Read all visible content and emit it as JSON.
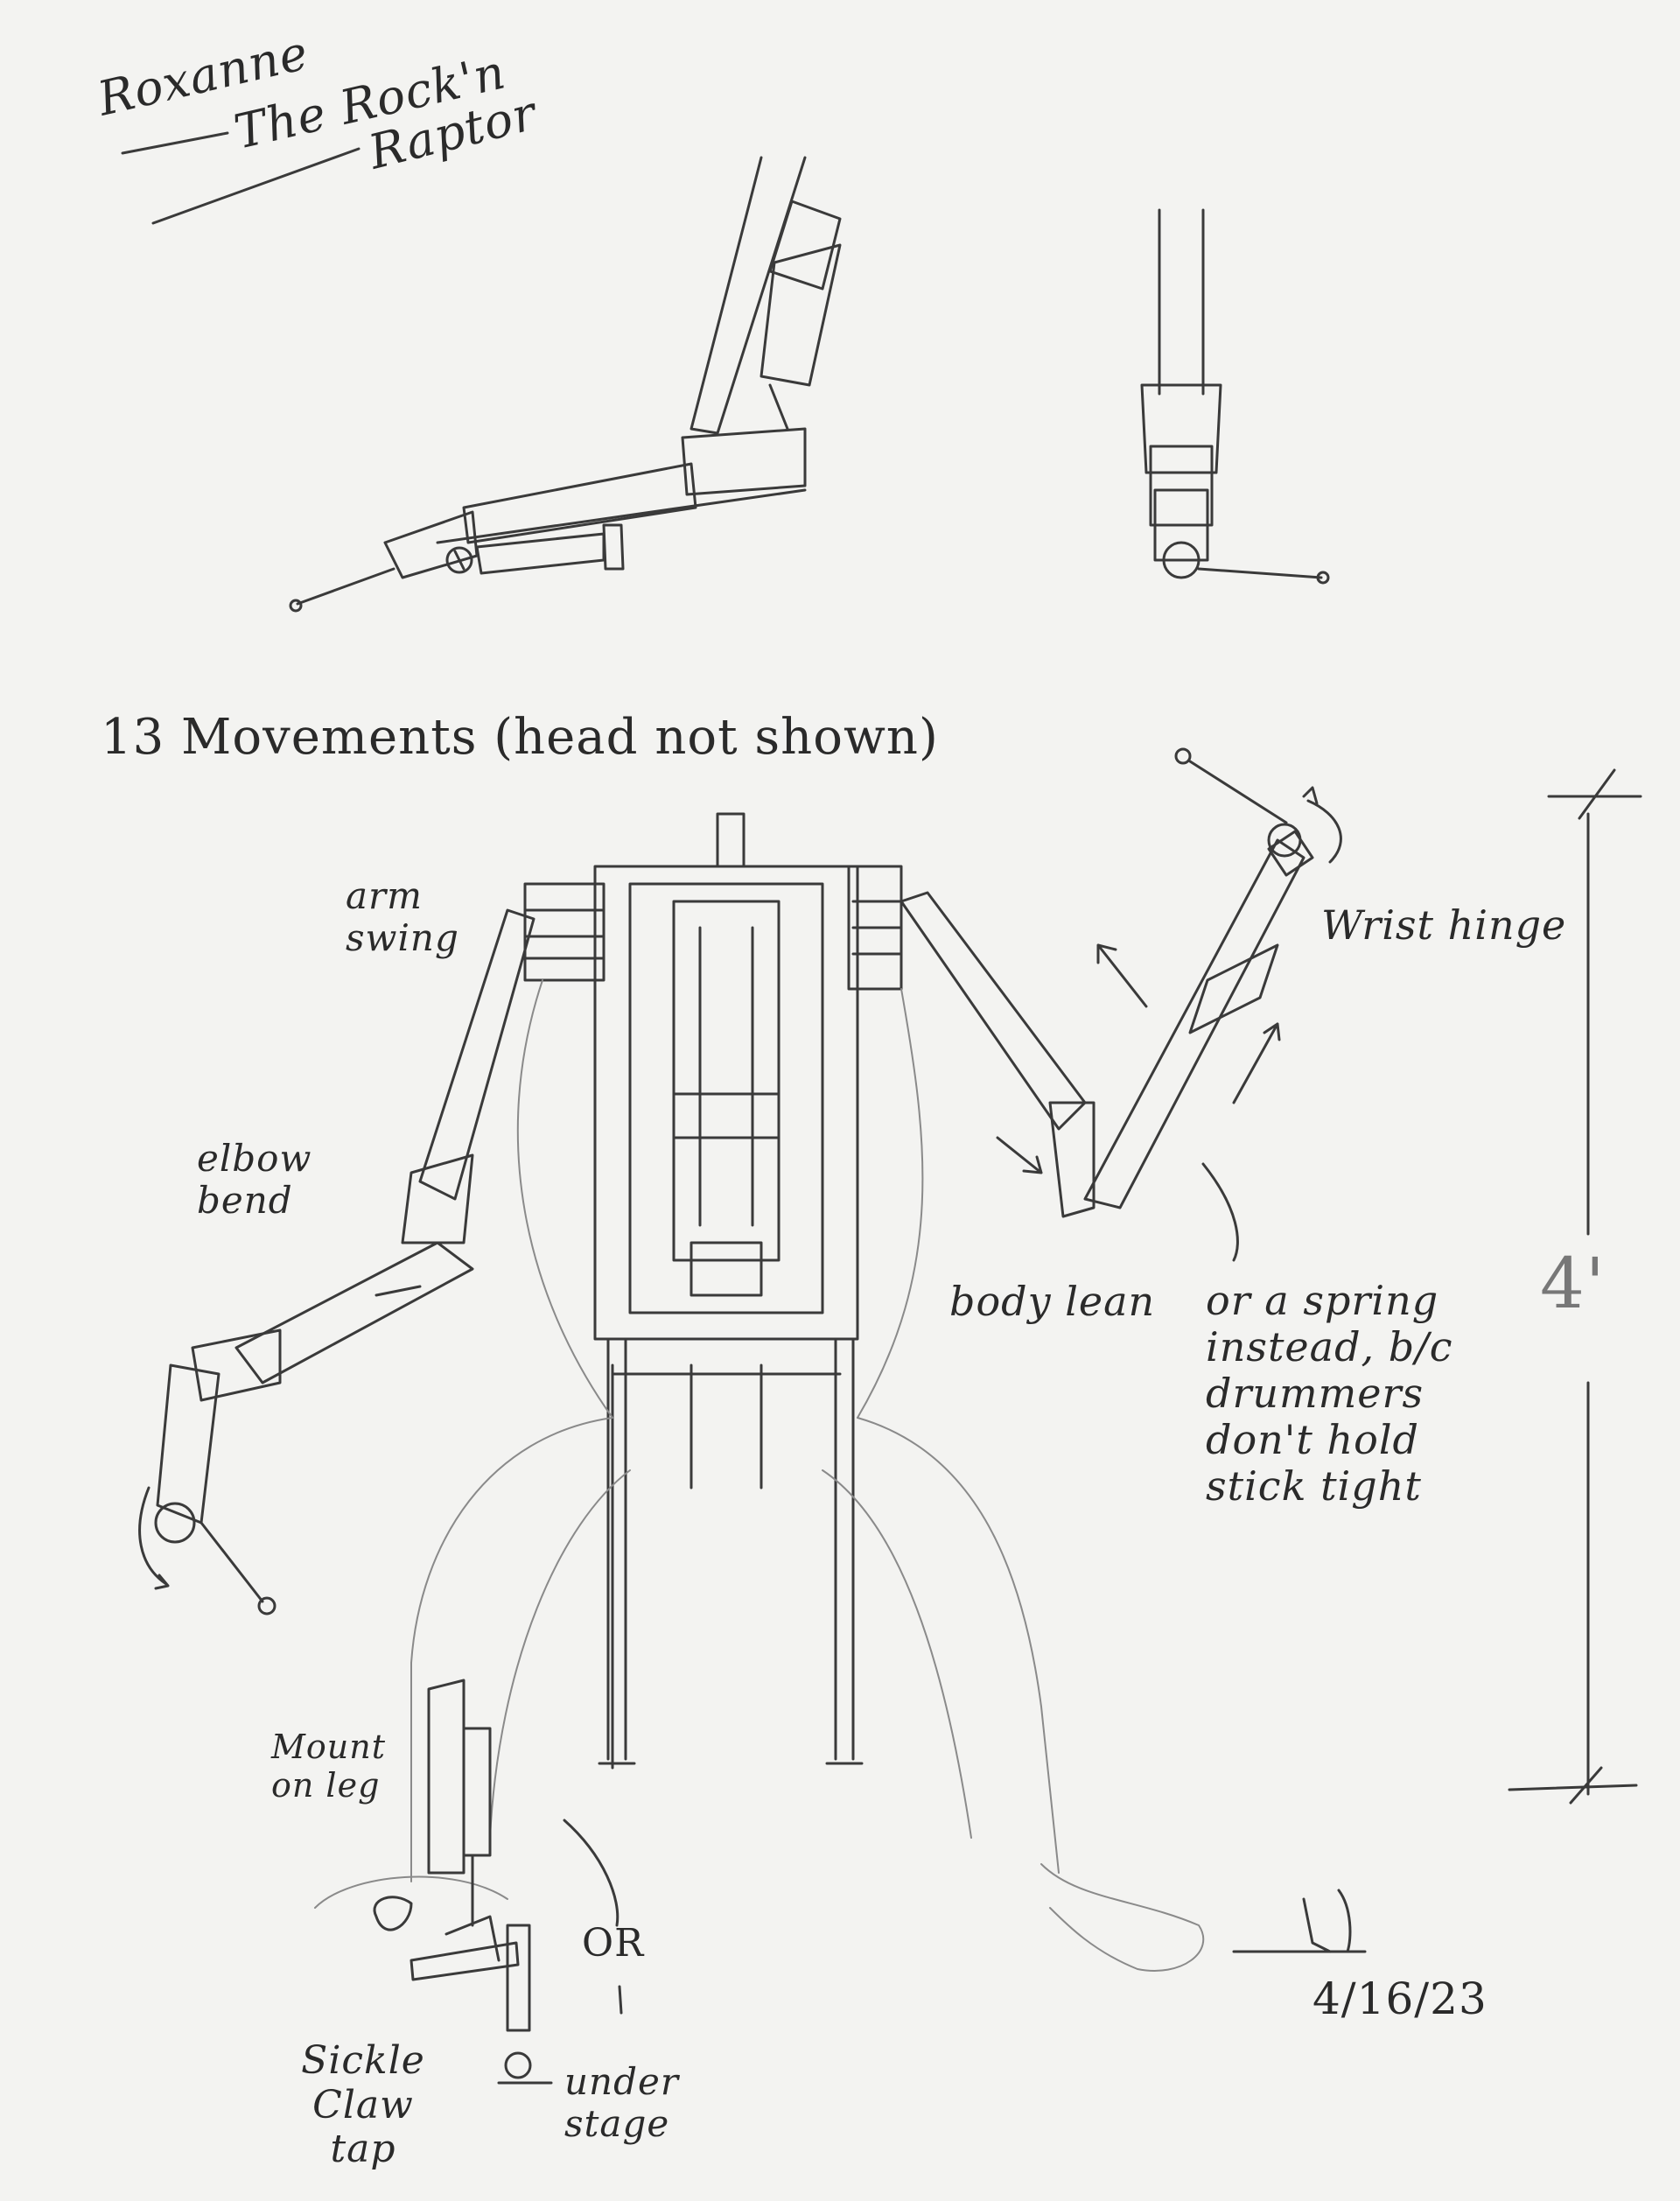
{
  "title": {
    "line1": "Roxanne",
    "line2": "The Rock'n",
    "line3": "Raptor"
  },
  "heading": "13 Movements (head not shown)",
  "labels": {
    "arm_swing": "arm swing",
    "elbow_bend": "elbow bend",
    "wrist_hinge": "Wrist hinge",
    "body_lean": "body lean",
    "spring_note": "or a spring instead, b/c drummers don't hold stick tight",
    "height": "4'",
    "mount_on_leg": "Mount on leg",
    "or": "OR",
    "sickle_claw_tap": "Sickle Claw tap",
    "under_stage": "under stage"
  },
  "signature": {
    "date": "4/16/23"
  }
}
